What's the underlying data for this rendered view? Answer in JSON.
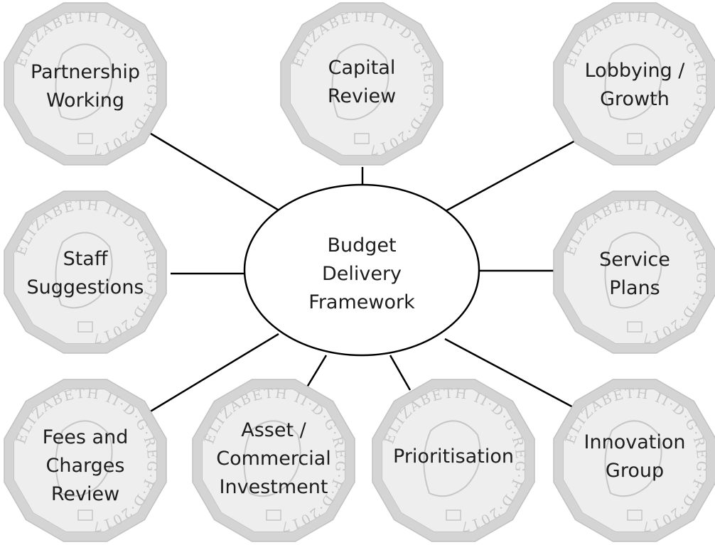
{
  "center": {
    "label": "Budget\nDelivery\nFramework"
  },
  "nodes": [
    {
      "id": "partnership-working",
      "label": "Partnership\nWorking"
    },
    {
      "id": "capital-review",
      "label": "Capital\nReview"
    },
    {
      "id": "lobbying-growth",
      "label": "Lobbying /\nGrowth"
    },
    {
      "id": "staff-suggestions",
      "label": "Staff\nSuggestions"
    },
    {
      "id": "service-plans",
      "label": "Service\nPlans"
    },
    {
      "id": "fees-and-charges-review",
      "label": "Fees and\nCharges\nReview"
    },
    {
      "id": "asset-commercial-investment",
      "label": "Asset /\nCommercial\nInvestment"
    },
    {
      "id": "prioritisation",
      "label": "Prioritisation"
    },
    {
      "id": "innovation-group",
      "label": "Innovation\nGroup"
    }
  ],
  "coin_inscription": "ELIZABETH II·D·G·REG·F·D·2017",
  "colors": {
    "line": "#000000",
    "coin_rim": "#d4d4d4",
    "coin_face": "#eeeeee",
    "coin_detail": "#c6c6c6",
    "text": "#1e1e1e"
  }
}
